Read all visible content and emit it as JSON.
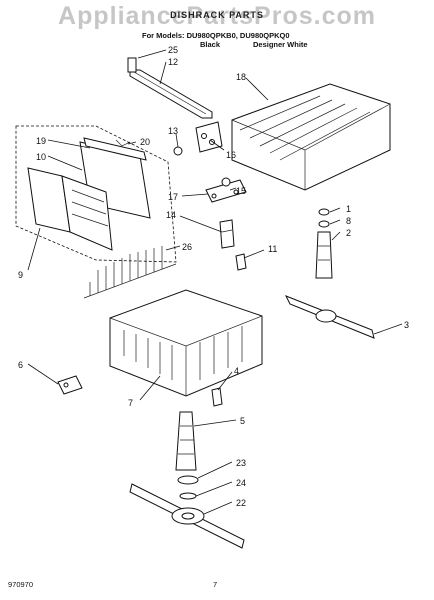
{
  "header": {
    "watermark": "AppliancePartsPros.com",
    "title": "DISHRACK PARTS",
    "for_models": "For Models: DU980QPKB0, DU980QPKQ0",
    "color_black": "Black",
    "color_white": "Designer White"
  },
  "footer": {
    "code": "970970",
    "page": "7"
  },
  "callouts": [
    "25",
    "12",
    "18",
    "13",
    "16",
    "19",
    "20",
    "10",
    "17",
    "15",
    "14",
    "1",
    "8",
    "2",
    "11",
    "26",
    "9",
    "3",
    "6",
    "4",
    "7",
    "5",
    "23",
    "24",
    "22"
  ]
}
